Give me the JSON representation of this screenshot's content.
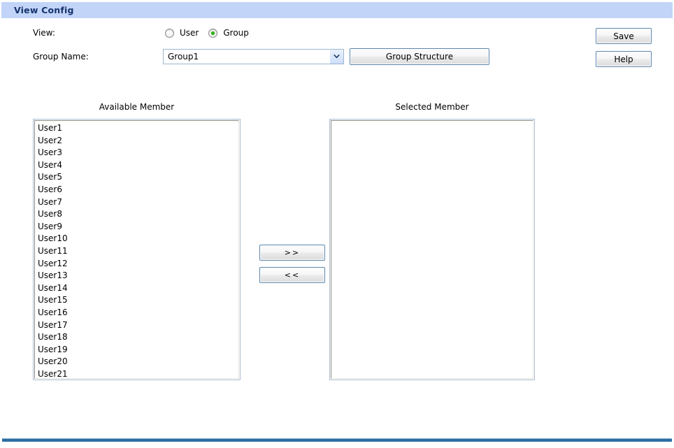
{
  "header": {
    "title": "View Config",
    "bar_color": "#c2d5f8",
    "title_color": "#16336e"
  },
  "form": {
    "view": {
      "label": "View:",
      "options": [
        {
          "label": "User",
          "checked": false
        },
        {
          "label": "Group",
          "checked": true
        }
      ],
      "selected": "Group",
      "radio_accent": "#2fb515"
    },
    "group_name": {
      "label": "Group Name:",
      "value": "Group1",
      "arrow_icon": "chevron-down-icon"
    },
    "group_structure_button": "Group Structure"
  },
  "side_buttons": {
    "save": "Save",
    "help": "Help"
  },
  "dual_list": {
    "available": {
      "caption": "Available Member",
      "items": [
        "User1",
        "User2",
        "User3",
        "User4",
        "User5",
        "User6",
        "User7",
        "User8",
        "User9",
        "User10",
        "User11",
        "User12",
        "User13",
        "User14",
        "User15",
        "User16",
        "User17",
        "User18",
        "User19",
        "User20",
        "User21"
      ]
    },
    "selected": {
      "caption": "Selected Member",
      "items": []
    },
    "transfer": {
      "add": ">>",
      "remove": "<<"
    }
  },
  "footer": {
    "rule_color": "#2b6ea3"
  }
}
